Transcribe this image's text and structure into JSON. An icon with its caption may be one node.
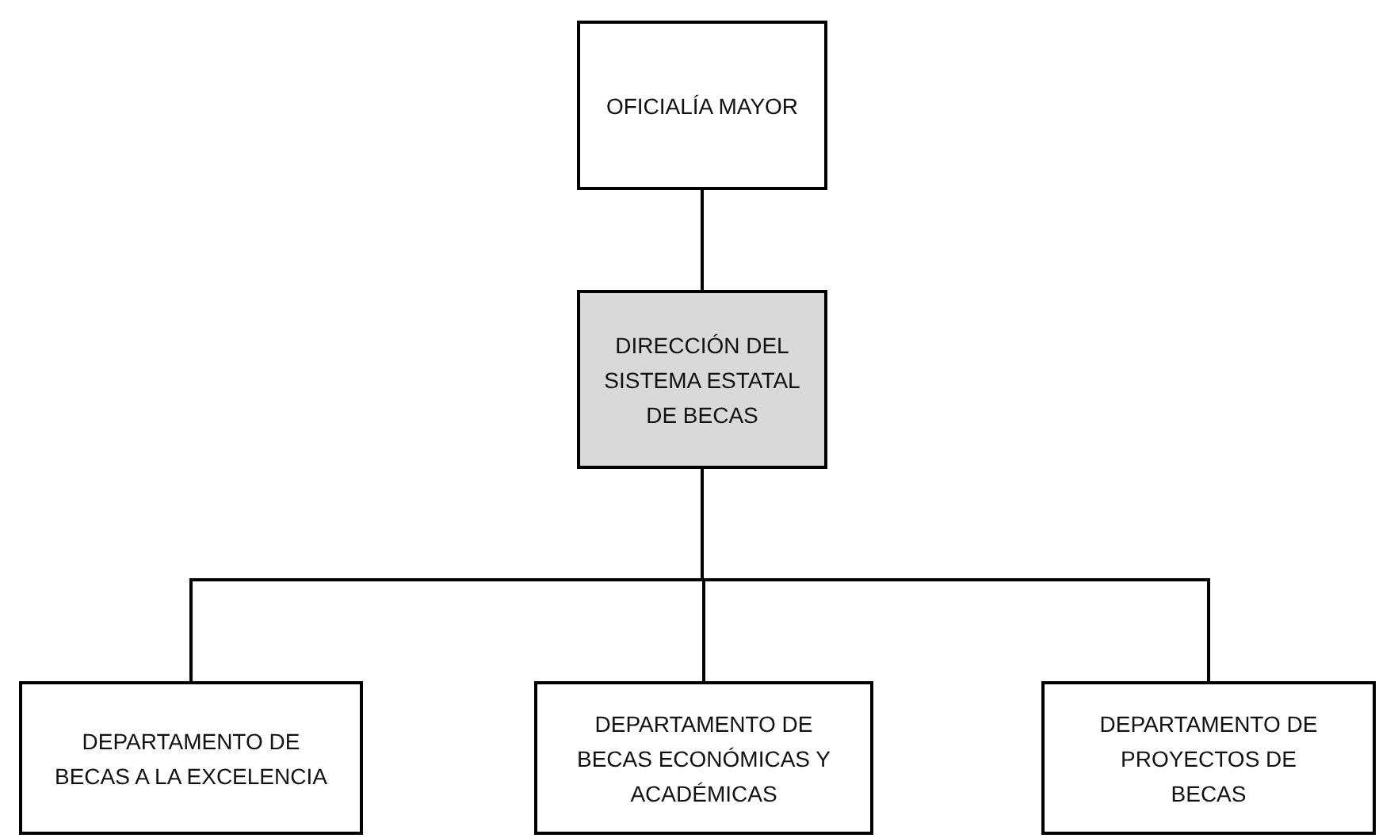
{
  "diagram": {
    "nodes": [
      {
        "text": [
          "OFICIALÍA MAYOR"
        ]
      },
      {
        "text": [
          "DIRECCIÓN DEL SISTEMA ESTATAL DE BECAS"
        ]
      },
      {
        "text": [
          "DEPARTAMENTO DE BECAS A LA EXCELENCIA"
        ]
      },
      {
        "text": [
          "DEPARTAMENTO DE BECAS ECONÓMICAS Y ACADÉMICAS"
        ]
      },
      {
        "text": [
          "DEPARTAMENTO DE PROYECTOS DE BECAS"
        ]
      }
    ],
    "edges": [
      {
        "from": 0,
        "to": 1,
        "arrow": "none"
      },
      {
        "from": 1,
        "to": 2,
        "arrow": "none"
      },
      {
        "from": 1,
        "to": 3,
        "arrow": "none"
      },
      {
        "from": 1,
        "to": 4,
        "arrow": "none"
      }
    ]
  }
}
